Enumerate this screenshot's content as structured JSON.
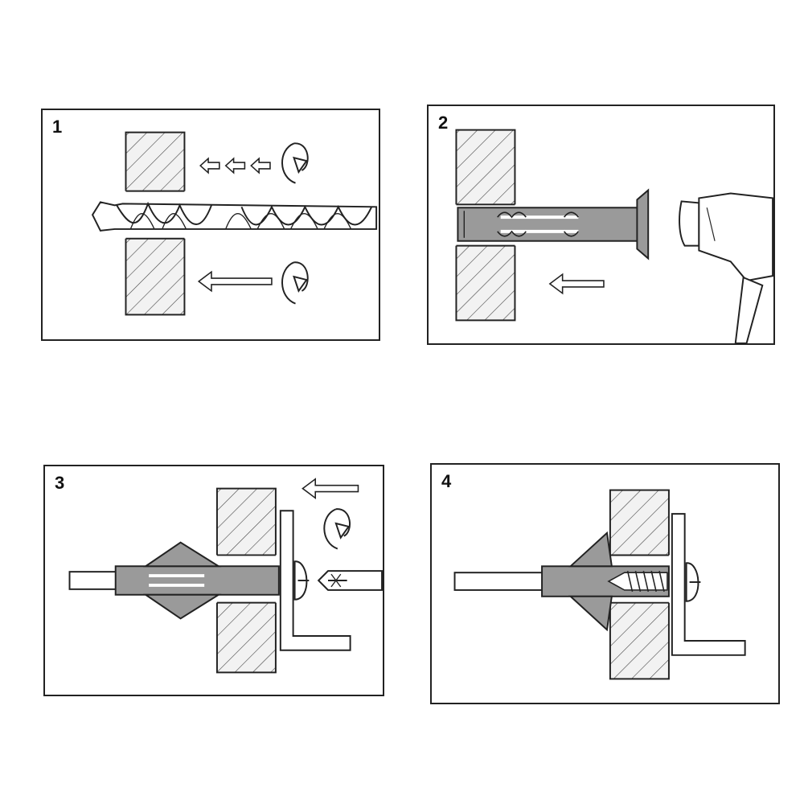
{
  "steps": [
    {
      "number": "1"
    },
    {
      "number": "2"
    },
    {
      "number": "3"
    },
    {
      "number": "4"
    }
  ],
  "colors": {
    "line": "#222222",
    "anchor_fill": "#9a9a9a",
    "wall_fill": "#f2f2f2",
    "background": "#ffffff"
  },
  "icons": [
    "drill-bit-icon",
    "hammer-icon",
    "screwdriver-icon",
    "rotation-arrow-icon",
    "push-arrow-icon",
    "hollow-wall-anchor-icon",
    "screw-icon",
    "l-bracket-icon"
  ]
}
